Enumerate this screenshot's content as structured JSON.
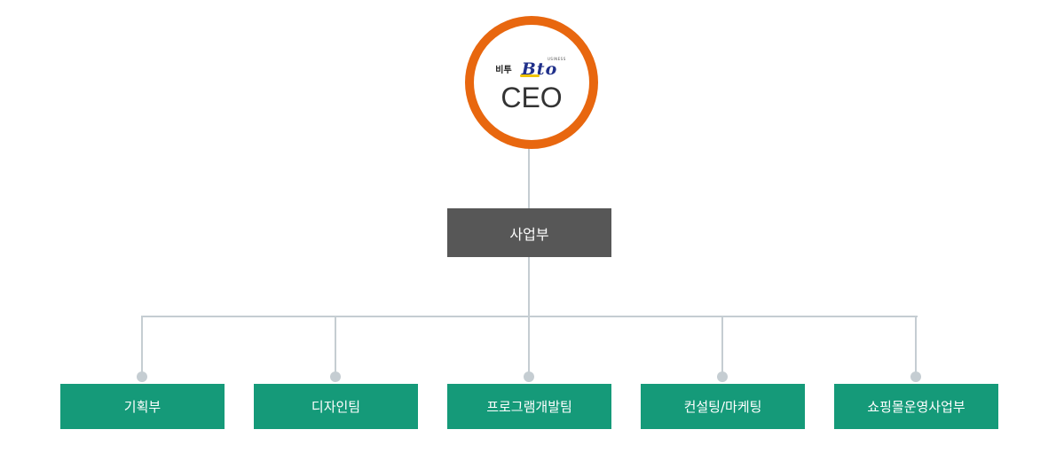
{
  "ceo": {
    "logo_korean": "비투",
    "logo_word": "Bto",
    "logo_sub": "USINESS",
    "title": "CEO"
  },
  "division": {
    "label": "사업부"
  },
  "teams": [
    {
      "label": "기획부"
    },
    {
      "label": "디자인팀"
    },
    {
      "label": "프로그램개발팀"
    },
    {
      "label": "컨설팅/마케팅"
    },
    {
      "label": "쇼핑몰운영사업부"
    }
  ],
  "colors": {
    "ceo_ring": "#e8670f",
    "division_bg": "#575757",
    "team_bg": "#159a79",
    "connector": "#c5cdd2"
  }
}
